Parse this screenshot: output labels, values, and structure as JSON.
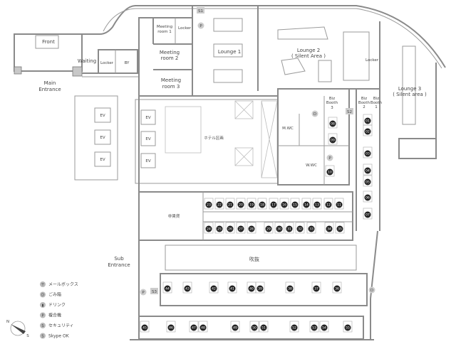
{
  "rooms": {
    "front": "Front",
    "waiting": "Waiting",
    "locker_entrance": "Locker",
    "by": "BY",
    "main_entrance": [
      "Main",
      "Entrance"
    ],
    "meeting_room_1": [
      "Meeting",
      "room 1"
    ],
    "locker_meeting": "Locker",
    "meeting_room_2": [
      "Meeting",
      "room 2"
    ],
    "meeting_room_3": [
      "Meeting",
      "room 3"
    ],
    "lounge_1": "Lounge 1",
    "lounge_2": [
      "Lounge 2",
      "( Silent Area )"
    ],
    "locker_lounge": "Locker",
    "lounge_3": [
      "Lounge 3",
      "( Silent area )"
    ],
    "biz_booth_3": [
      "Biz",
      "Booth",
      "3"
    ],
    "biz_booth_2": [
      "Biz",
      "Booth",
      "2"
    ],
    "biz_booth_1": [
      "Biz",
      "Booth",
      "1"
    ],
    "m_wc": "M.WC",
    "w_wc": "W.WC",
    "ev": [
      "EV",
      "EV",
      "EV",
      "EV",
      "EV",
      "EV"
    ],
    "hotel": "ホテル区画",
    "non_rental": "非賃貸",
    "atrium": "吹抜",
    "sub_entrance": [
      "Sub",
      "Entrance"
    ]
  },
  "markers": {
    "s1": "S1",
    "s2": "S2",
    "s3": "S3",
    "p": "P",
    "d": "D"
  },
  "offices": {
    "row_a": [
      "23",
      "22",
      "21",
      "20",
      "19",
      "18",
      "17",
      "16",
      "15",
      "14",
      "13",
      "12",
      "11"
    ],
    "row_b": [
      "24",
      "25",
      "26",
      "27",
      "28",
      "29",
      "30",
      "31",
      "32",
      "33",
      "34",
      "35"
    ],
    "right_col": [
      "01",
      "02",
      "03",
      "04",
      "05",
      "06",
      "07"
    ],
    "center": [
      "08",
      "09",
      "10"
    ],
    "row_c": [
      "44",
      "43",
      "42",
      "41",
      "40",
      "39",
      "38",
      "37",
      "36"
    ],
    "row_d": [
      "45",
      "46",
      "47",
      "48",
      "49",
      "50",
      "51",
      "52",
      "53",
      "54",
      "55"
    ]
  },
  "legend": [
    {
      "icon": "〒",
      "label": "メールボックス"
    },
    {
      "icon": "D",
      "label": "ごみ箱"
    },
    {
      "icon": "▮",
      "label": "ドリンク"
    },
    {
      "icon": "P",
      "label": "複合機"
    },
    {
      "icon": "S",
      "label": "セキュリティ"
    },
    {
      "icon": "S",
      "label": "Skype OK"
    }
  ],
  "compass": {
    "n": "N",
    "s": "S"
  }
}
